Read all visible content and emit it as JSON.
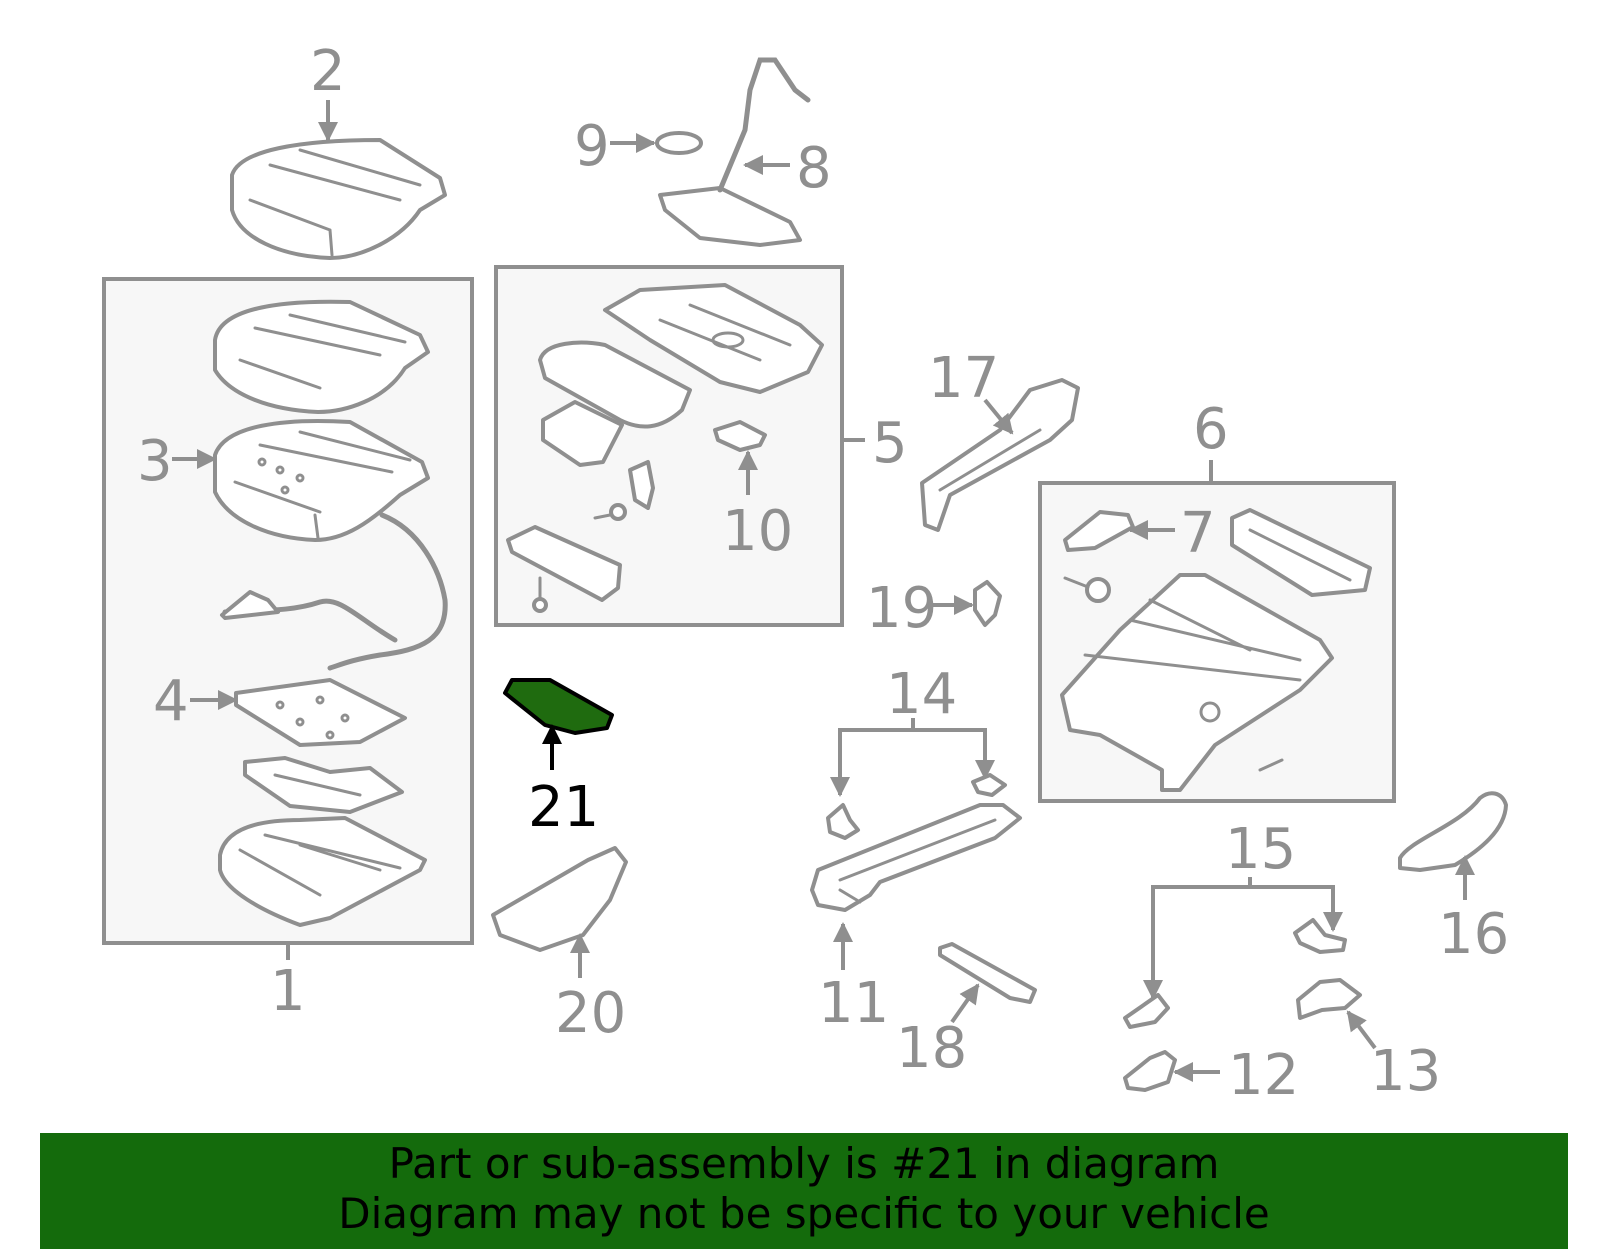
{
  "colors": {
    "part_stroke": "#8f8f8f",
    "highlight_fill": "#1f6b0f",
    "banner_bg": "#146b0c",
    "box_fill": "#f7f7f7"
  },
  "highlighted_part": "21",
  "callouts": {
    "c1": "1",
    "c2": "2",
    "c3": "3",
    "c4": "4",
    "c5": "5",
    "c6": "6",
    "c7": "7",
    "c8": "8",
    "c9": "9",
    "c10": "10",
    "c11": "11",
    "c12": "12",
    "c13": "13",
    "c14": "14",
    "c15": "15",
    "c16": "16",
    "c17": "17",
    "c18": "18",
    "c19": "19",
    "c20": "20",
    "c21": "21"
  },
  "banner": {
    "line1": "Part or sub-assembly is #21 in diagram",
    "line2": "Diagram may not be specific to your vehicle"
  }
}
